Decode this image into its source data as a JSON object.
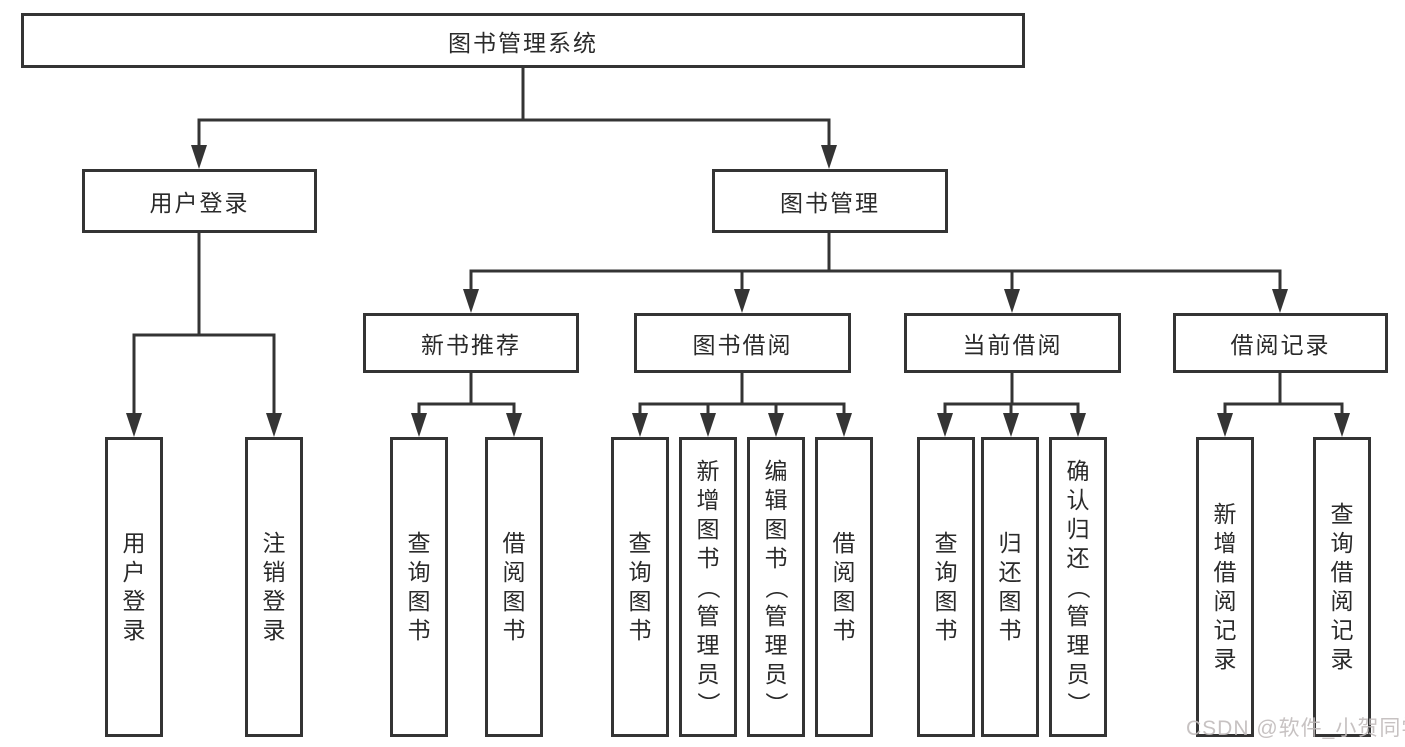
{
  "tree": {
    "root": "图书管理系统",
    "children": [
      {
        "label": "用户登录",
        "children": [
          {
            "label": "用户登录"
          },
          {
            "label": "注销登录"
          }
        ]
      },
      {
        "label": "图书管理",
        "children": [
          {
            "label": "新书推荐",
            "children": [
              {
                "label": "查询图书"
              },
              {
                "label": "借阅图书"
              }
            ]
          },
          {
            "label": "图书借阅",
            "children": [
              {
                "label": "查询图书"
              },
              {
                "label": "新增图书（管理员）"
              },
              {
                "label": "编辑图书（管理员）"
              },
              {
                "label": "借阅图书"
              }
            ]
          },
          {
            "label": "当前借阅",
            "children": [
              {
                "label": "查询图书"
              },
              {
                "label": "归还图书"
              },
              {
                "label": "确认归还（管理员）"
              }
            ]
          },
          {
            "label": "借阅记录",
            "children": [
              {
                "label": "新增借阅记录"
              },
              {
                "label": "查询借阅记录"
              }
            ]
          }
        ]
      }
    ]
  },
  "watermark": {
    "text": "CSDN @软件_小贺同学"
  },
  "colors": {
    "line": "#343434",
    "box_background": "#ffffff",
    "text": "#2a2a2a",
    "watermark": "#c1bcbc"
  }
}
